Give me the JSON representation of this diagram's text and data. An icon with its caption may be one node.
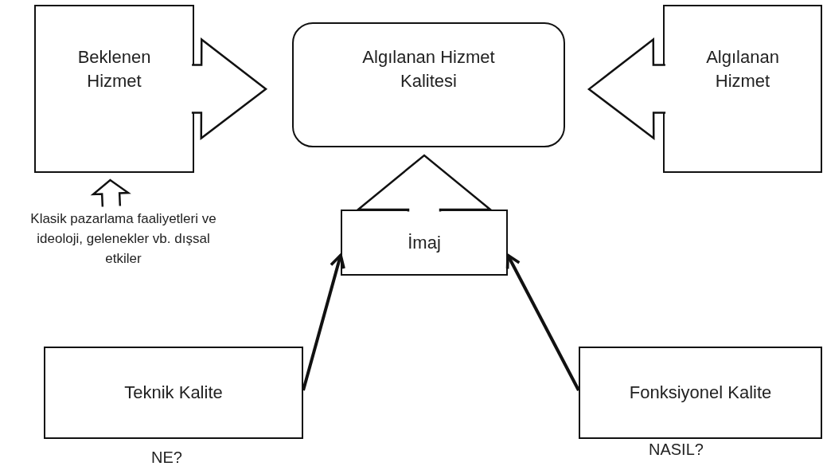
{
  "diagram": {
    "nodes": [
      {
        "text": [
          "Beklenen Hizmet"
        ]
      },
      {
        "text": [
          "Algılanan Hizmet Kalitesi"
        ]
      },
      {
        "text": [
          "Algılanan Hizmet"
        ]
      },
      {
        "text": [
          "İmaj"
        ]
      },
      {
        "text": [
          "Teknik Kalite"
        ],
        "beside": [
          "NE?"
        ]
      },
      {
        "text": [
          "Fonksiyonel Kalite"
        ],
        "beside": [
          "NASIL?"
        ]
      },
      {
        "text": [
          "Klasik pazarlama faaliyetleri ve ideoloji, gelenekler vb. dışsal etkiler"
        ]
      }
    ],
    "edges": [
      {
        "from": 0,
        "to": 1,
        "arrow": "to"
      },
      {
        "from": 2,
        "to": 1,
        "arrow": "to"
      },
      {
        "from": 3,
        "to": 1,
        "arrow": "to"
      },
      {
        "from": 4,
        "to": 3,
        "arrow": "to"
      },
      {
        "from": 5,
        "to": 3,
        "arrow": "to"
      },
      {
        "from": 6,
        "to": 0,
        "arrow": "to"
      }
    ]
  }
}
